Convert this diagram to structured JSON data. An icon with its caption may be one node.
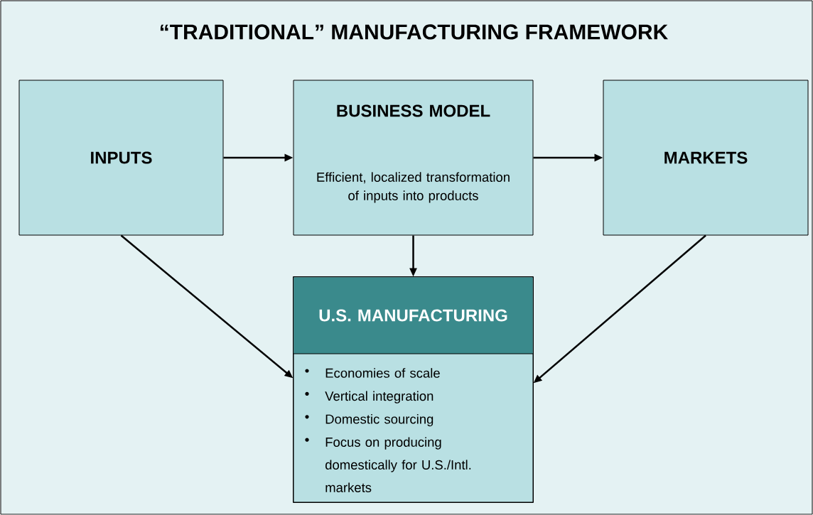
{
  "diagram": {
    "title": "“TRADITIONAL” MANUFACTURING FRAMEWORK",
    "nodes": [
      {
        "text": [
          "INPUTS"
        ]
      },
      {
        "text": [
          "BUSINESS MODEL",
          "Efficient, localized transformation of inputs into products"
        ]
      },
      {
        "text": [
          "MARKETS"
        ]
      },
      {
        "text": [
          "U.S. MANUFACTURING",
          "Economies of scale",
          "Vertical integration",
          "Domestic sourcing",
          "Focus on producing domestically for U.S./Intl. markets"
        ]
      }
    ],
    "edges": [
      {
        "from": 0,
        "to": 1,
        "arrow": "to"
      },
      {
        "from": 1,
        "to": 2,
        "arrow": "to"
      },
      {
        "from": 1,
        "to": 3,
        "arrow": "to"
      },
      {
        "from": 0,
        "to": 3,
        "arrow": "to"
      },
      {
        "from": 2,
        "to": 3,
        "arrow": "to"
      }
    ]
  }
}
